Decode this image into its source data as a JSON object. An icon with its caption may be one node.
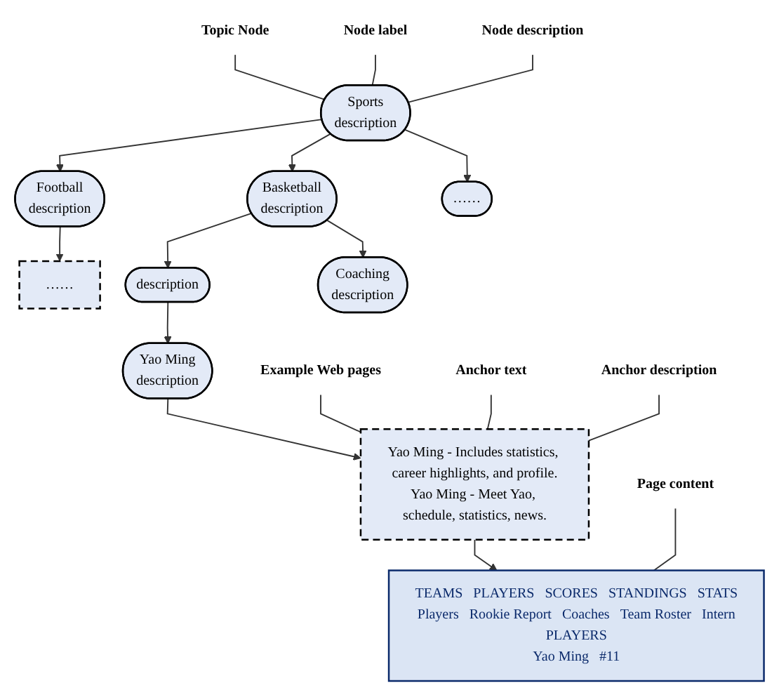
{
  "diagram": {
    "nodes": [
      {
        "text": [
          "Sports",
          "description"
        ]
      },
      {
        "text": [
          "Football",
          "description"
        ]
      },
      {
        "text": [
          "Basketball",
          "description"
        ]
      },
      {
        "text": [
          "……"
        ]
      },
      {
        "text": [
          "……"
        ]
      },
      {
        "text": [
          "description"
        ]
      },
      {
        "text": [
          "Coaching",
          "description"
        ]
      },
      {
        "text": [
          "Yao Ming",
          "description"
        ]
      },
      {
        "text": [
          "Yao Ming - Includes statistics, career highlights, and profile.",
          "Yao Ming - Meet Yao, schedule, statistics, news."
        ]
      },
      {
        "text": [
          "TEAMS",
          "PLAYERS",
          "SCORES",
          "STANDINGS",
          "STATS",
          "Players",
          "Rookie Report",
          "Coaches",
          "Team Roster",
          "Intern",
          "PLAYERS",
          "Yao Ming",
          "#11"
        ]
      },
      {
        "text": [
          "Topic Node"
        ]
      },
      {
        "text": [
          "Node label"
        ]
      },
      {
        "text": [
          "Node description"
        ]
      },
      {
        "text": [
          "Example Web pages"
        ]
      },
      {
        "text": [
          "Anchor text"
        ]
      },
      {
        "text": [
          "Anchor description"
        ]
      },
      {
        "text": [
          "Page content"
        ]
      }
    ],
    "edges": [
      {
        "from": 0,
        "to": 1,
        "arrow": "to"
      },
      {
        "from": 0,
        "to": 2,
        "arrow": "to"
      },
      {
        "from": 0,
        "to": 3,
        "arrow": "to"
      },
      {
        "from": 1,
        "to": 4,
        "arrow": "to"
      },
      {
        "from": 2,
        "to": 5,
        "arrow": "to"
      },
      {
        "from": 2,
        "to": 6,
        "arrow": "to"
      },
      {
        "from": 5,
        "to": 7,
        "arrow": "to"
      },
      {
        "from": 7,
        "to": 8,
        "arrow": "to"
      },
      {
        "from": 8,
        "to": 9,
        "arrow": "to"
      },
      {
        "from": 10,
        "to": 0,
        "arrow": "none"
      },
      {
        "from": 11,
        "to": 0,
        "arrow": "none"
      },
      {
        "from": 12,
        "to": 0,
        "arrow": "none"
      },
      {
        "from": 13,
        "to": 8,
        "arrow": "none"
      },
      {
        "from": 14,
        "to": 8,
        "arrow": "none"
      },
      {
        "from": 15,
        "to": 8,
        "arrow": "none"
      },
      {
        "from": 16,
        "to": 9,
        "arrow": "none"
      }
    ]
  }
}
